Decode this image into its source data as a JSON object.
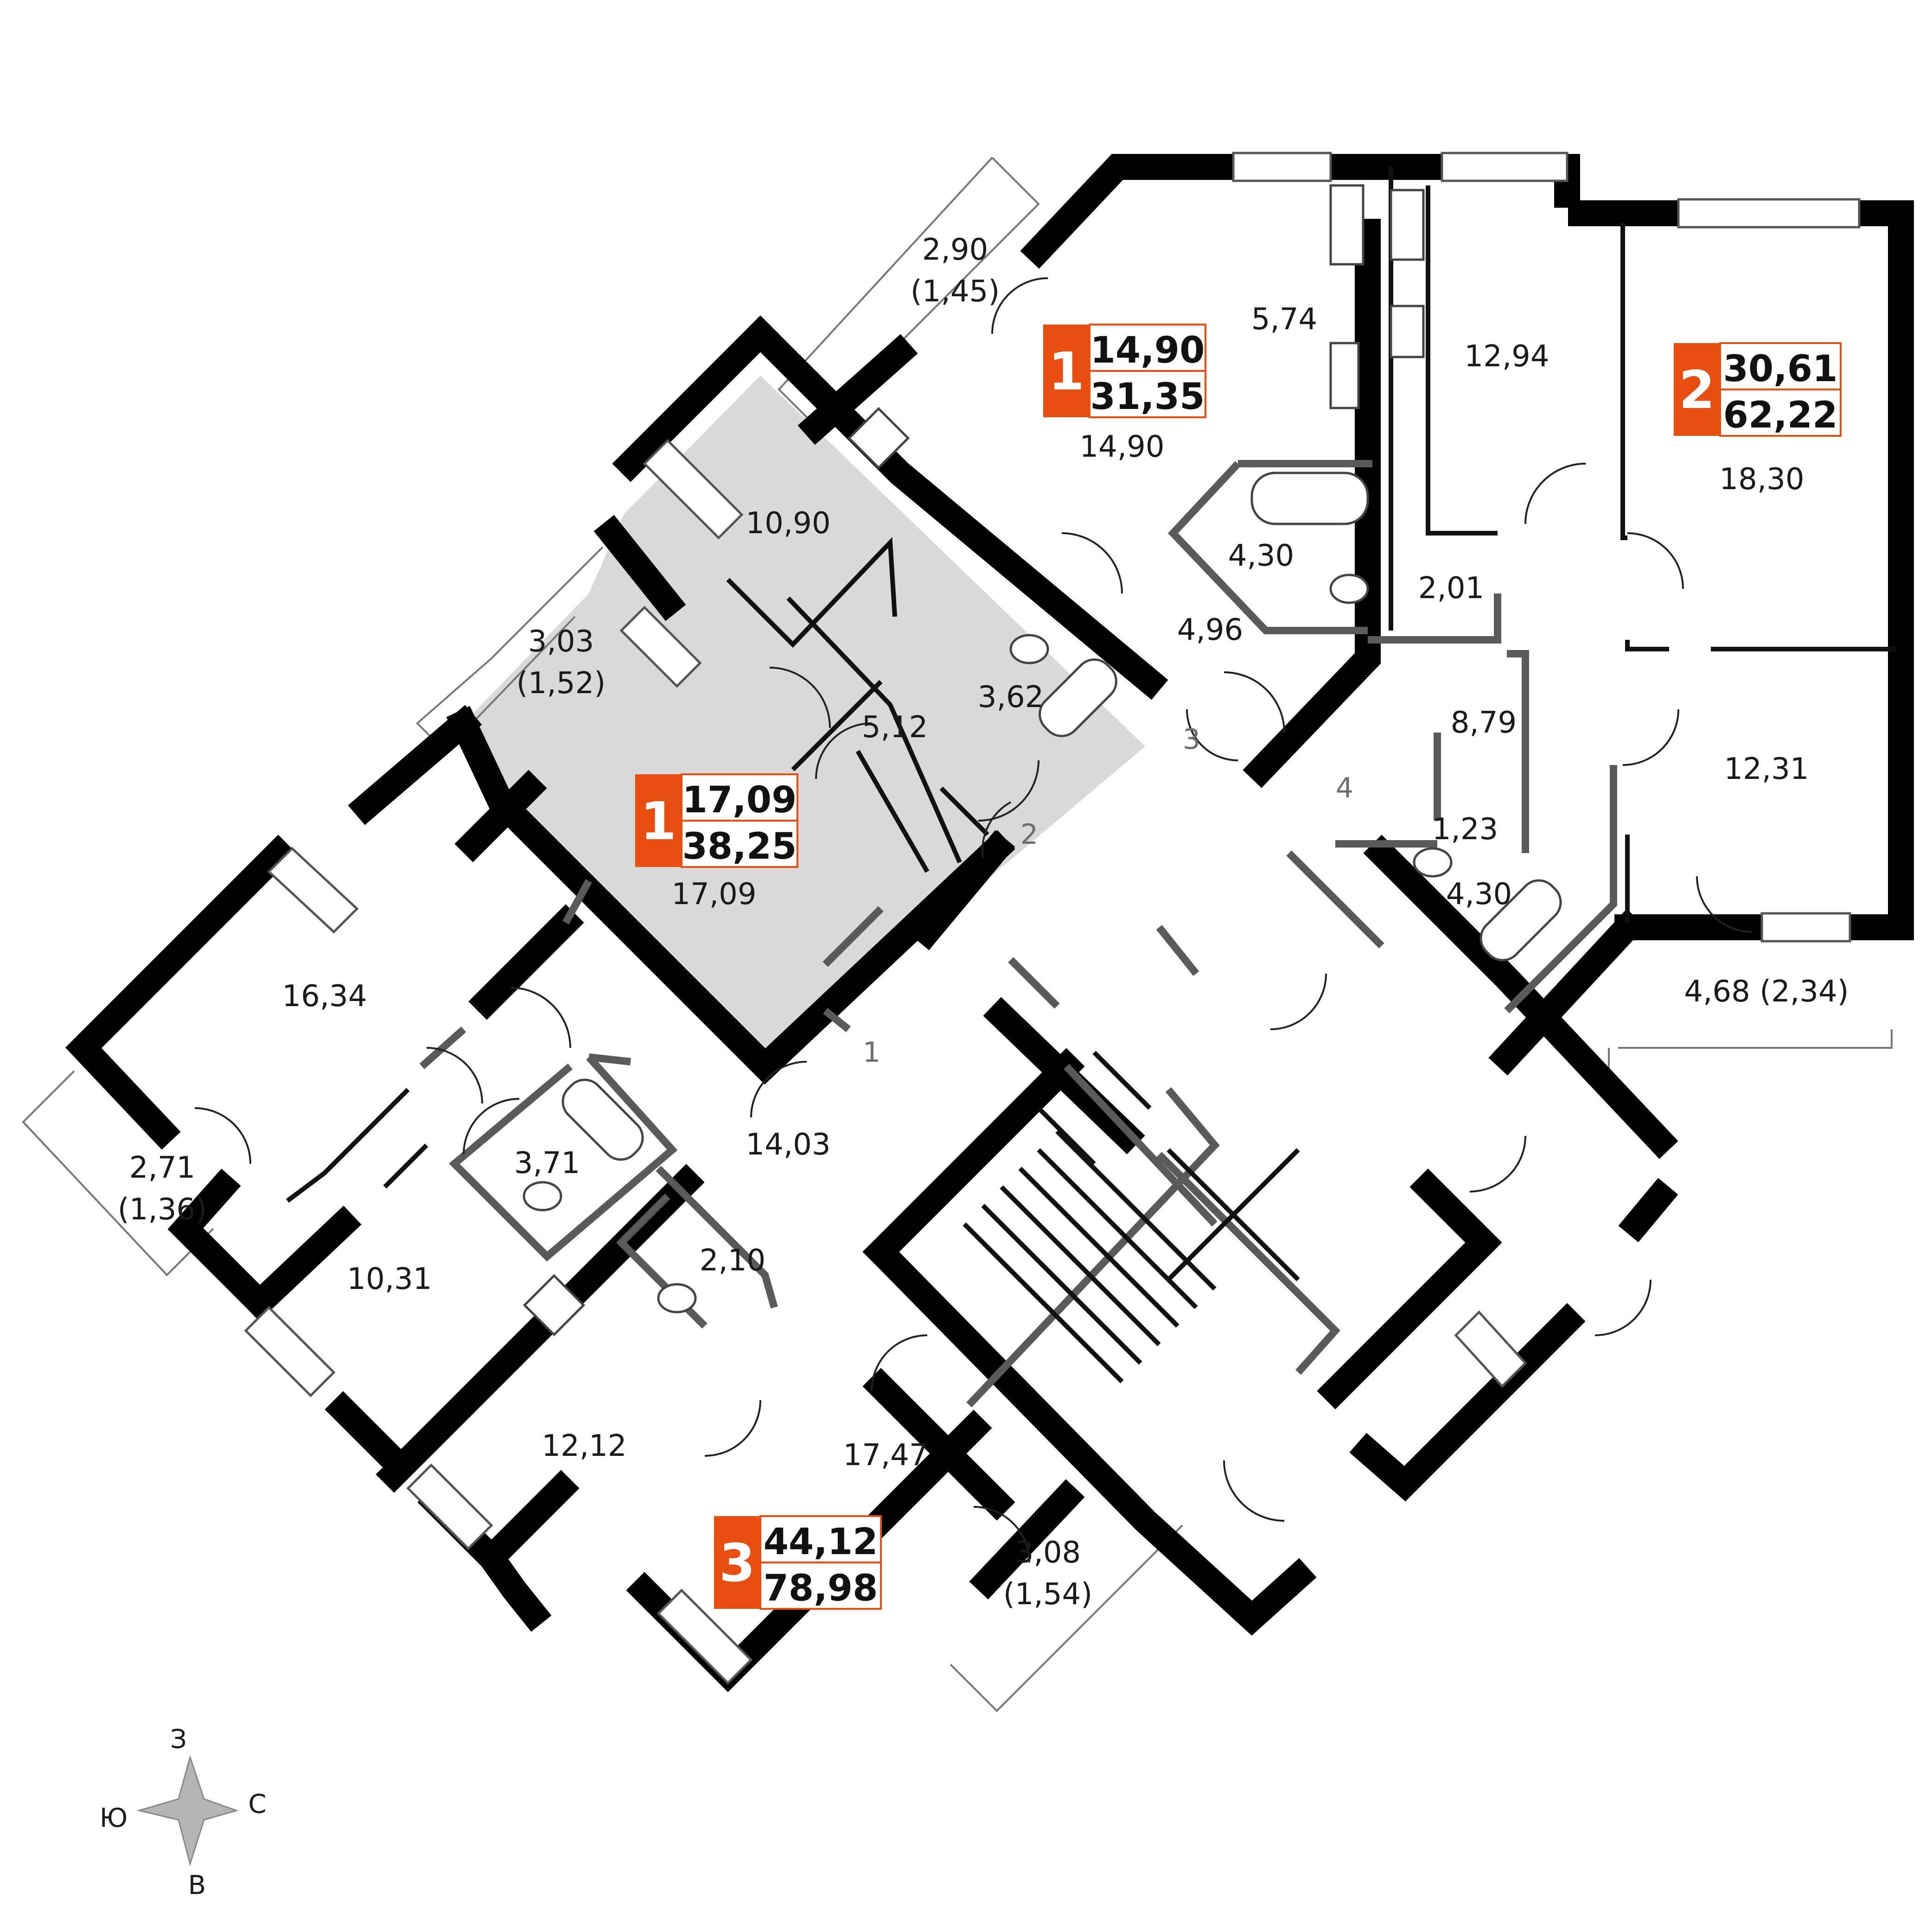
{
  "apartments": [
    {
      "rooms": "1",
      "living": "14,90",
      "total": "31,35",
      "color": "#e84e0f"
    },
    {
      "rooms": "1",
      "living": "17,09",
      "total": "38,25",
      "color": "#e84e0f"
    },
    {
      "rooms": "2",
      "living": "30,61",
      "total": "62,22",
      "color": "#e84e0f"
    },
    {
      "rooms": "3",
      "living": "44,12",
      "total": "78,98",
      "color": "#e84e0f"
    }
  ],
  "rooms": [
    "2,90",
    "(1,45)",
    "5,74",
    "14,90",
    "12,94",
    "18,30",
    "10,90",
    "4,30",
    "2,01",
    "4,96",
    "3,03",
    "(1,52)",
    "3,62",
    "5,12",
    "8,79",
    "12,31",
    "1,23",
    "4,30",
    "17,09",
    "4,68 (2,34)",
    "16,34",
    "14,03",
    "3,71",
    "2,71",
    "(1,36)",
    "2,10",
    "10,31",
    "12,12",
    "17,47",
    "3,08",
    "(1,54)"
  ],
  "doors": [
    "3",
    "4",
    "2",
    "1"
  ],
  "compass": {
    "north": "З",
    "west": "Ю",
    "east": "С",
    "south": "В"
  },
  "highlight_color": "#d9d9d9"
}
